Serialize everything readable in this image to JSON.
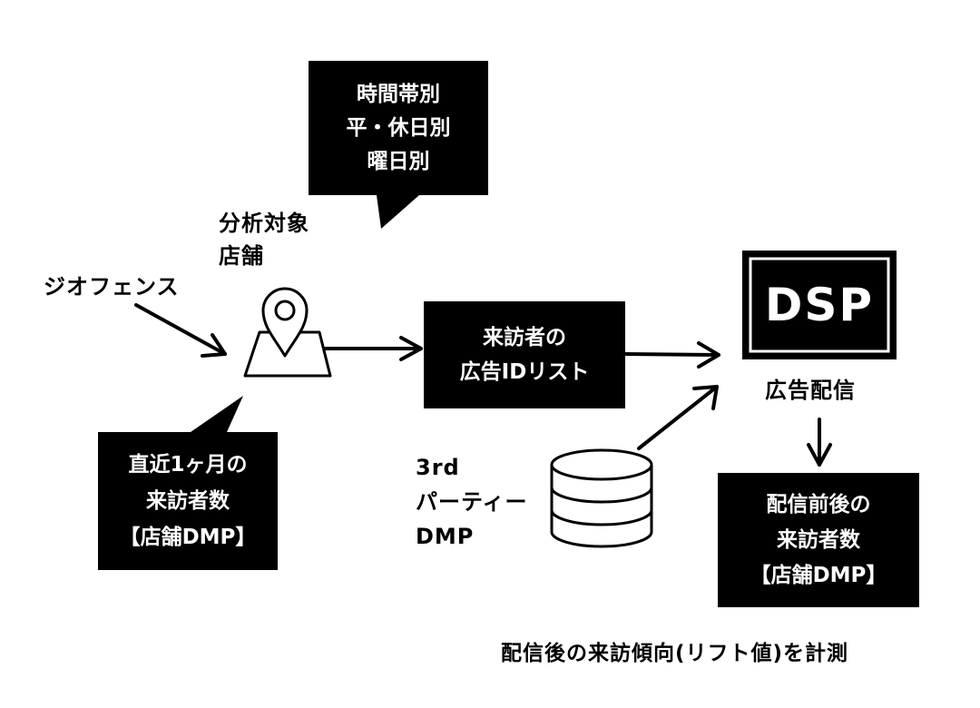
{
  "callout_top": {
    "lines": [
      "時間帯別",
      "平・休日別",
      "曜日別"
    ]
  },
  "target_store_label": {
    "lines": [
      "分析対象",
      "店舗"
    ]
  },
  "geofence_label": "ジオフェンス",
  "callout_bottom": {
    "lines": [
      "直近1ヶ月の",
      "来訪者数",
      "【店舗DMP】"
    ]
  },
  "visitor_id_box": {
    "lines": [
      "来訪者の",
      "広告IDリスト"
    ]
  },
  "third_party_label": {
    "lines": [
      "3rd",
      "パーティー",
      "DMP"
    ]
  },
  "dsp_box": "DSP",
  "ad_delivery_label": "広告配信",
  "after_box": {
    "lines": [
      "配信前後の",
      "来訪者数",
      "【店舗DMP】"
    ]
  },
  "footer_text": "配信後の来訪傾向(リフト値)を計測",
  "icons": [
    "map-pin-icon",
    "database-icon"
  ],
  "colors": {
    "fill": "#000000",
    "background": "#ffffff"
  }
}
